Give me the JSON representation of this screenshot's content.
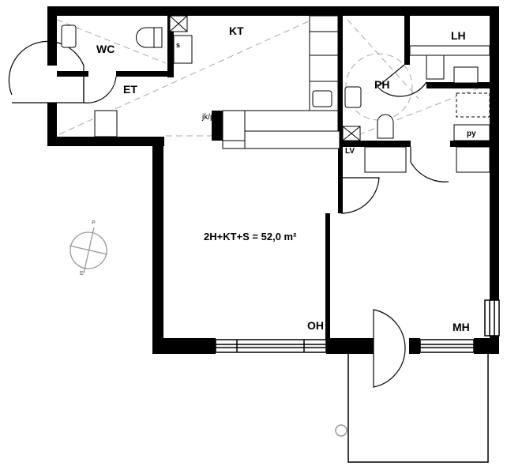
{
  "plan": {
    "area_label": "2H+KT+S = 52,0 m²",
    "rooms": {
      "kt": "KT",
      "wc": "WC",
      "et": "ET",
      "ph": "PH",
      "lh": "LH",
      "oh": "OH",
      "mh": "MH",
      "lv": "LV",
      "py": "py",
      "s": "s",
      "jkpa": "jk/pa"
    },
    "compass": {
      "north": "P",
      "east": "E"
    }
  },
  "colors": {
    "wall": "#000000",
    "dashed": "#aaaaaa"
  }
}
